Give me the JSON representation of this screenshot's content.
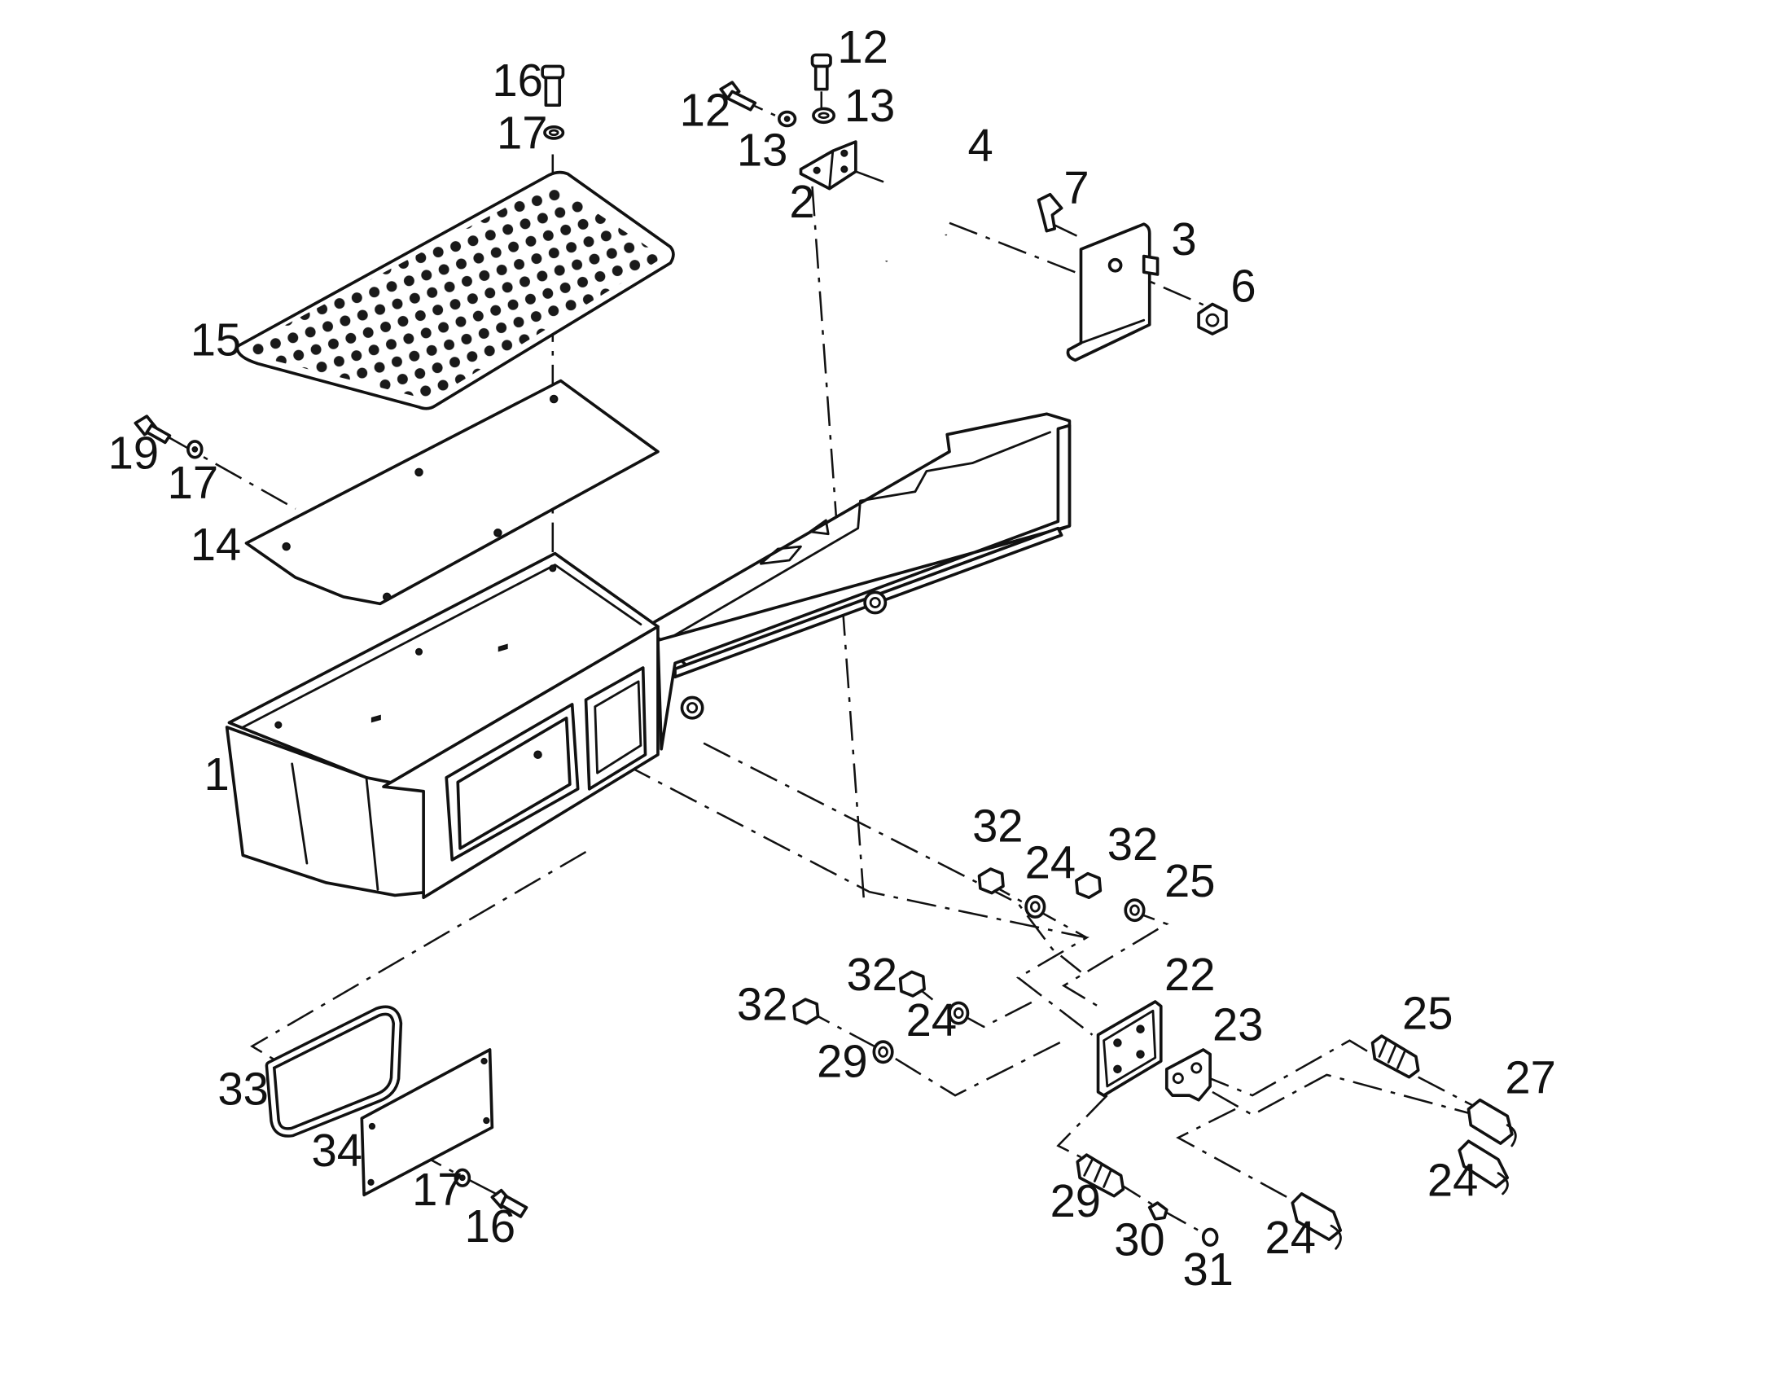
{
  "diagram": {
    "labels": [
      {
        "id": "l1",
        "text": "1"
      },
      {
        "id": "l2",
        "text": "2"
      },
      {
        "id": "l3",
        "text": "3"
      },
      {
        "id": "l4",
        "text": "4"
      },
      {
        "id": "l6",
        "text": "6"
      },
      {
        "id": "l7",
        "text": "7"
      },
      {
        "id": "l12a",
        "text": "12"
      },
      {
        "id": "l12b",
        "text": "12"
      },
      {
        "id": "l13a",
        "text": "13"
      },
      {
        "id": "l13b",
        "text": "13"
      },
      {
        "id": "l14",
        "text": "14"
      },
      {
        "id": "l15",
        "text": "15"
      },
      {
        "id": "l16a",
        "text": "16"
      },
      {
        "id": "l16b",
        "text": "16"
      },
      {
        "id": "l17a",
        "text": "17"
      },
      {
        "id": "l17b",
        "text": "17"
      },
      {
        "id": "l17c",
        "text": "17"
      },
      {
        "id": "l19",
        "text": "19"
      },
      {
        "id": "l22",
        "text": "22"
      },
      {
        "id": "l23",
        "text": "23"
      },
      {
        "id": "l24a",
        "text": "24"
      },
      {
        "id": "l24b",
        "text": "24"
      },
      {
        "id": "l24c",
        "text": "24"
      },
      {
        "id": "l24d",
        "text": "24"
      },
      {
        "id": "l25a",
        "text": "25"
      },
      {
        "id": "l25b",
        "text": "25"
      },
      {
        "id": "l27",
        "text": "27"
      },
      {
        "id": "l29a",
        "text": "29"
      },
      {
        "id": "l29b",
        "text": "29"
      },
      {
        "id": "l30",
        "text": "30"
      },
      {
        "id": "l31",
        "text": "31"
      },
      {
        "id": "l32a",
        "text": "32"
      },
      {
        "id": "l32b",
        "text": "32"
      },
      {
        "id": "l32c",
        "text": "32"
      },
      {
        "id": "l32d",
        "text": "32"
      },
      {
        "id": "l33",
        "text": "33"
      },
      {
        "id": "l34",
        "text": "34"
      }
    ]
  }
}
